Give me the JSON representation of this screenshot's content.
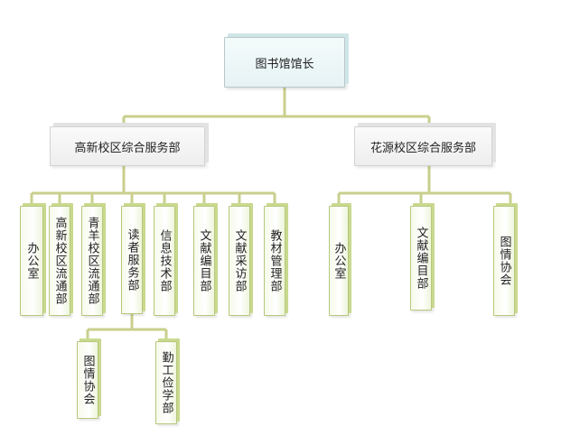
{
  "root": {
    "label": "图书馆馆长"
  },
  "branches": [
    {
      "label": "高新校区综合服务部",
      "departments": [
        {
          "label": "办公室"
        },
        {
          "label": "高新校区流通部"
        },
        {
          "label": "青羊校区流通部"
        },
        {
          "label": "读者服务部",
          "sub": [
            {
              "label": "图情协会"
            },
            {
              "label": "勤工俭学部"
            }
          ]
        },
        {
          "label": "信息技术部"
        },
        {
          "label": "文献编目部"
        },
        {
          "label": "文献采访部"
        },
        {
          "label": "教材管理部"
        }
      ]
    },
    {
      "label": "花源校区综合服务部",
      "departments": [
        {
          "label": "办公室"
        },
        {
          "label": "文献编目部"
        },
        {
          "label": "图情协会"
        }
      ]
    }
  ],
  "colors": {
    "connector": "#c9cf8c",
    "top_fill": "#e6f3f4",
    "branch_fill": "#eeeeee",
    "dept_border": "#b7c77c"
  }
}
